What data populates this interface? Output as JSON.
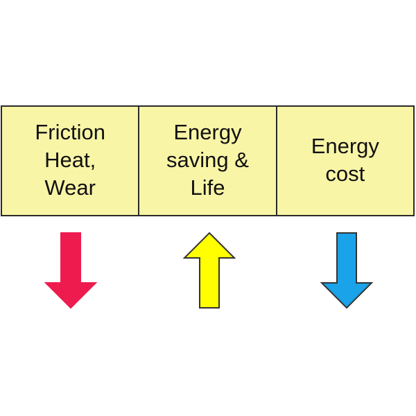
{
  "boxes": [
    {
      "label": "Friction\nHeat,\nWear"
    },
    {
      "label": "Energy\nsaving &\nLife"
    },
    {
      "label": "Energy\ncost"
    }
  ],
  "arrows": [
    {
      "direction": "down",
      "color": "#ee1b4f",
      "outline": "#ee1b4f"
    },
    {
      "direction": "up",
      "color": "#ffff00",
      "outline": "#333333"
    },
    {
      "direction": "down",
      "color": "#1aa3e8",
      "outline": "#333333"
    }
  ]
}
